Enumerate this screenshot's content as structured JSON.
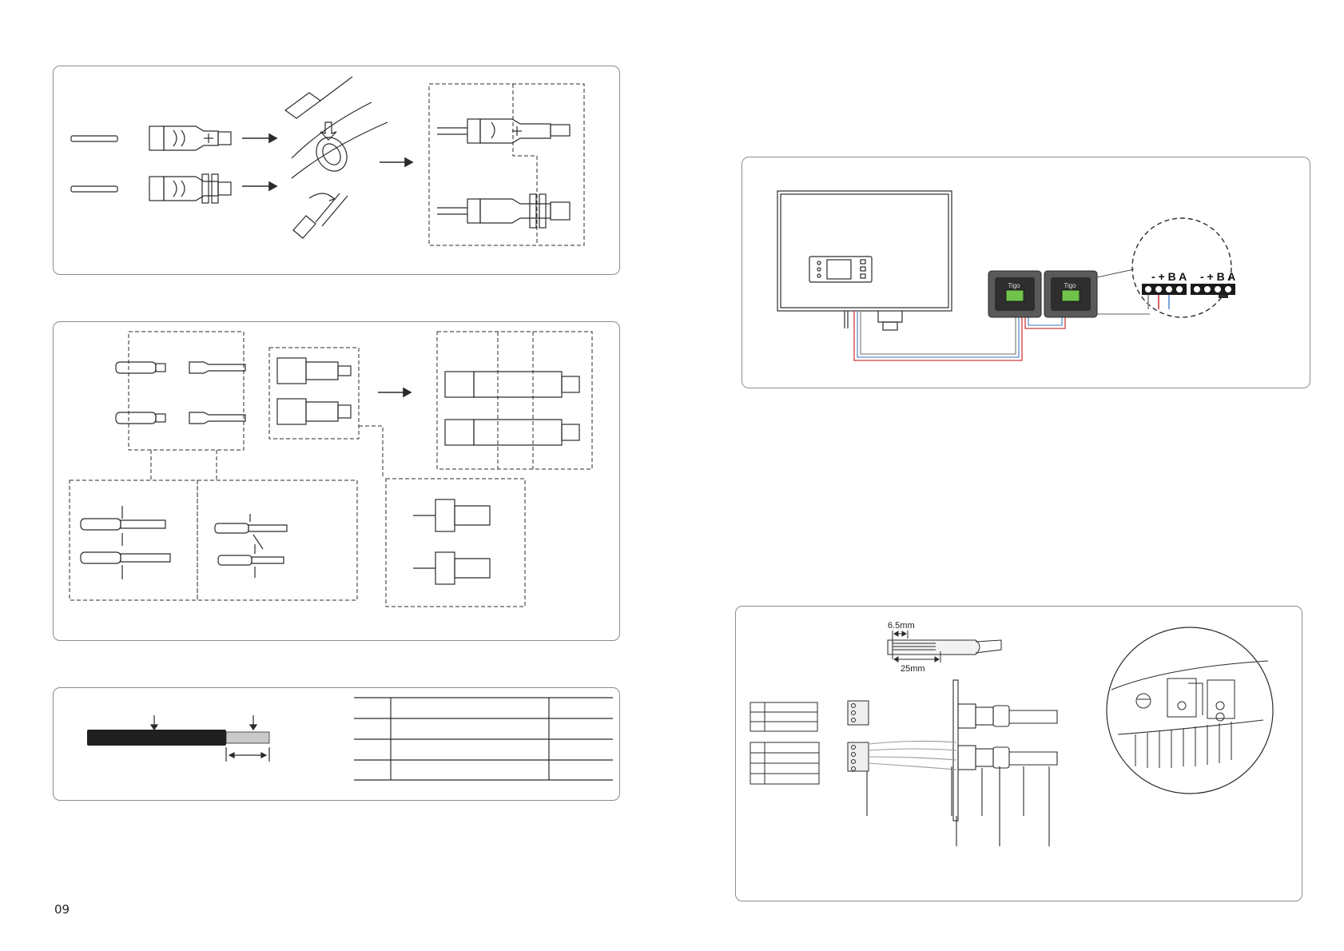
{
  "page": {
    "number": "09"
  },
  "comm_install": {
    "strip_length_short": "6.5mm",
    "strip_length_long": "25mm"
  },
  "monitoring": {
    "brand_label": "Tigo",
    "terminal_a_labels": "- + B A",
    "terminal_b_labels": "- + B A"
  },
  "colors": {
    "line": "#2b2b2b",
    "panel_border": "#8c8c8c",
    "wire_red": "#d23a3a",
    "wire_blue": "#5a8fd0",
    "wire_gray": "#8a8a8a",
    "box_dark": "#3a3a3a",
    "terminal_green": "#6fc34a"
  }
}
